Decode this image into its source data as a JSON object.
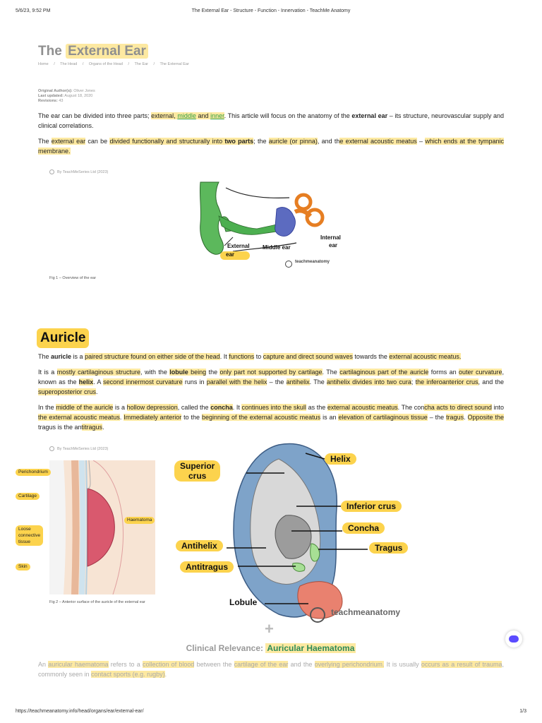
{
  "print_header": {
    "date": "5/6/23, 9:52 PM",
    "title": "The External Ear - Structure - Function - Innervation - TeachMe Anatomy"
  },
  "print_footer": {
    "url": "https://teachmeanatomy.info/head/organs/ear/external-ear/",
    "page": "1/3"
  },
  "page_title": {
    "prefix": "The",
    "highlight": "External Ear"
  },
  "breadcrumb": [
    "Home",
    "/",
    "The Head",
    "/",
    "Organs of the Head",
    "/",
    "The Ear",
    "/",
    "The External Ear"
  ],
  "meta": {
    "author_label": "Original Author(s):",
    "author": "Oliver Jones",
    "updated_label": "Last updated:",
    "updated": "August 18, 2020",
    "revisions_label": "Revisions:",
    "revisions": "43"
  },
  "intro": {
    "p1_a": "The ear can be divided into three parts; ",
    "p1_external": "external",
    "p1_sep1": ", ",
    "p1_middle": "middle",
    "p1_and": " and ",
    "p1_inner": "inner",
    "p1_b": ". This article will focus on the anatomy of the ",
    "p1_bold": "external ear",
    "p1_c": " – its structure, neurovascular supply and clinical correlations.",
    "p2_a": "The ",
    "p2_h1": "external ear",
    "p2_b": " can be ",
    "p2_h2": "divided functionally and structurally into ",
    "p2_bold": "two parts",
    "p2_c": "; the ",
    "p2_h3": "auricle (or pinna)",
    "p2_d": ", and th",
    "p2_h4": "e external acoustic meatus",
    "p2_e": " – ",
    "p2_h5": "which ends at the tympanic membrane."
  },
  "fig1": {
    "credit": "By TeachMeSeries Ltd (2023)",
    "labels": {
      "external": "External",
      "ear": "ear",
      "middle": "Middle ear",
      "internal": "Internal",
      "internal2": "ear",
      "logo": "teachmeanatomy"
    },
    "caption": "Fig 1 – Overview of the ear"
  },
  "auricle": {
    "heading": "Auricle",
    "p1_a": "The ",
    "p1_bold": "auricle",
    "p1_b": " is a ",
    "p1_h1": "paired structure found on either side of the head",
    "p1_c": ". It ",
    "p1_h2": "functions",
    "p1_d": " to ",
    "p1_h3": "capture and direct sound waves",
    "p1_e": " towards the ",
    "p1_h4": "external acoustic meatus.",
    "p2_a": "It is a ",
    "p2_h1": "mostly cartilaginous structure",
    "p2_b": ", with the ",
    "p2_bold1": "lobule",
    "p2_h2": " being",
    "p2_c": " the ",
    "p2_h3": "only part not supported by cartilage",
    "p2_d": ". The ",
    "p2_h4": "cartilaginous part of the auricle",
    "p2_e": " forms an ",
    "p2_h5": "outer curvature",
    "p2_f": ", known as the ",
    "p2_bold2": "helix",
    "p2_g": ". A ",
    "p2_h6": "second innermost curvature",
    "p2_h": " runs in ",
    "p2_h7": "parallel with the helix",
    "p2_i": " – the ",
    "p2_h8": "antihelix",
    "p2_j": ". The ",
    "p2_h9": "antihelix divides into two cura",
    "p2_k": "; ",
    "p2_h10": "the inferoanterior crus",
    "p2_l": ", and the ",
    "p2_h11": "superoposterior crus",
    "p2_m": ".",
    "p3_a": "In the ",
    "p3_h1": "middle of the auricle",
    "p3_b": " is a ",
    "p3_h2": "hollow depression",
    "p3_c": ", called the ",
    "p3_bold1": "concha",
    "p3_d": ". It ",
    "p3_h3": "continues into the skull",
    "p3_e": " as the ",
    "p3_h4": "external acoustic meatus",
    "p3_f": ". The con",
    "p3_h5": "cha acts to direct sound",
    "p3_g": " into ",
    "p3_h6": "the external acoustic meatus",
    "p3_h": ". ",
    "p3_h7": "Immediately anterior",
    "p3_i": " to the ",
    "p3_h8": "beginning of the external acoustic meatus",
    "p3_j": " is an ",
    "p3_h9": "elevation of cartilaginous tissue",
    "p3_k": " – the ",
    "p3_h10": "tragus",
    "p3_l": ". ",
    "p3_h11": "Opposite the",
    "p3_m": " tragus is the an",
    "p3_h12": "titragus",
    "p3_n": "."
  },
  "fig2": {
    "credit": "By TeachMeSeries Ltd (2023)",
    "small_labels": {
      "perichondrium": "Perichondrium",
      "cartilage": "Cartilage",
      "loose1": "Loose",
      "loose2": "connective",
      "loose3": "tissue",
      "skin": "Skin",
      "haematoma": "Haematoma"
    },
    "big_labels": {
      "superior1": "Superior",
      "superior2": "crus",
      "helix": "Helix",
      "inferior": "Inferior crus",
      "concha": "Concha",
      "antihelix": "Antihelix",
      "tragus": "Tragus",
      "antitragus": "Antitragus",
      "lobule": "Lobule",
      "logo": "teachmeanatomy"
    },
    "caption": "Fig 2 – Anterior surface of the auricle of the external ear"
  },
  "clinical": {
    "plus": "+",
    "title_a": "Clinical Relevance: ",
    "title_h": "Auricular Haematoma",
    "p_a": "An ",
    "p_h1": "auricular haematoma",
    "p_b": " refers to a ",
    "p_h2": "collection of blood",
    "p_c": " between the ",
    "p_h3": "cartilage of the ear",
    "p_d": " and the ",
    "p_h4": "overlying perichondrium.",
    "p_e": " It is usually ",
    "p_h5": "occurs as a result of trauma",
    "p_f": ", commonly seen in ",
    "p_h6": "contact sports (e.g. rugby)",
    "p_g": "."
  },
  "colors": {
    "highlight": "#fde9a1",
    "heading_highlight": "#fcd34d",
    "link_green": "#2ea043"
  }
}
